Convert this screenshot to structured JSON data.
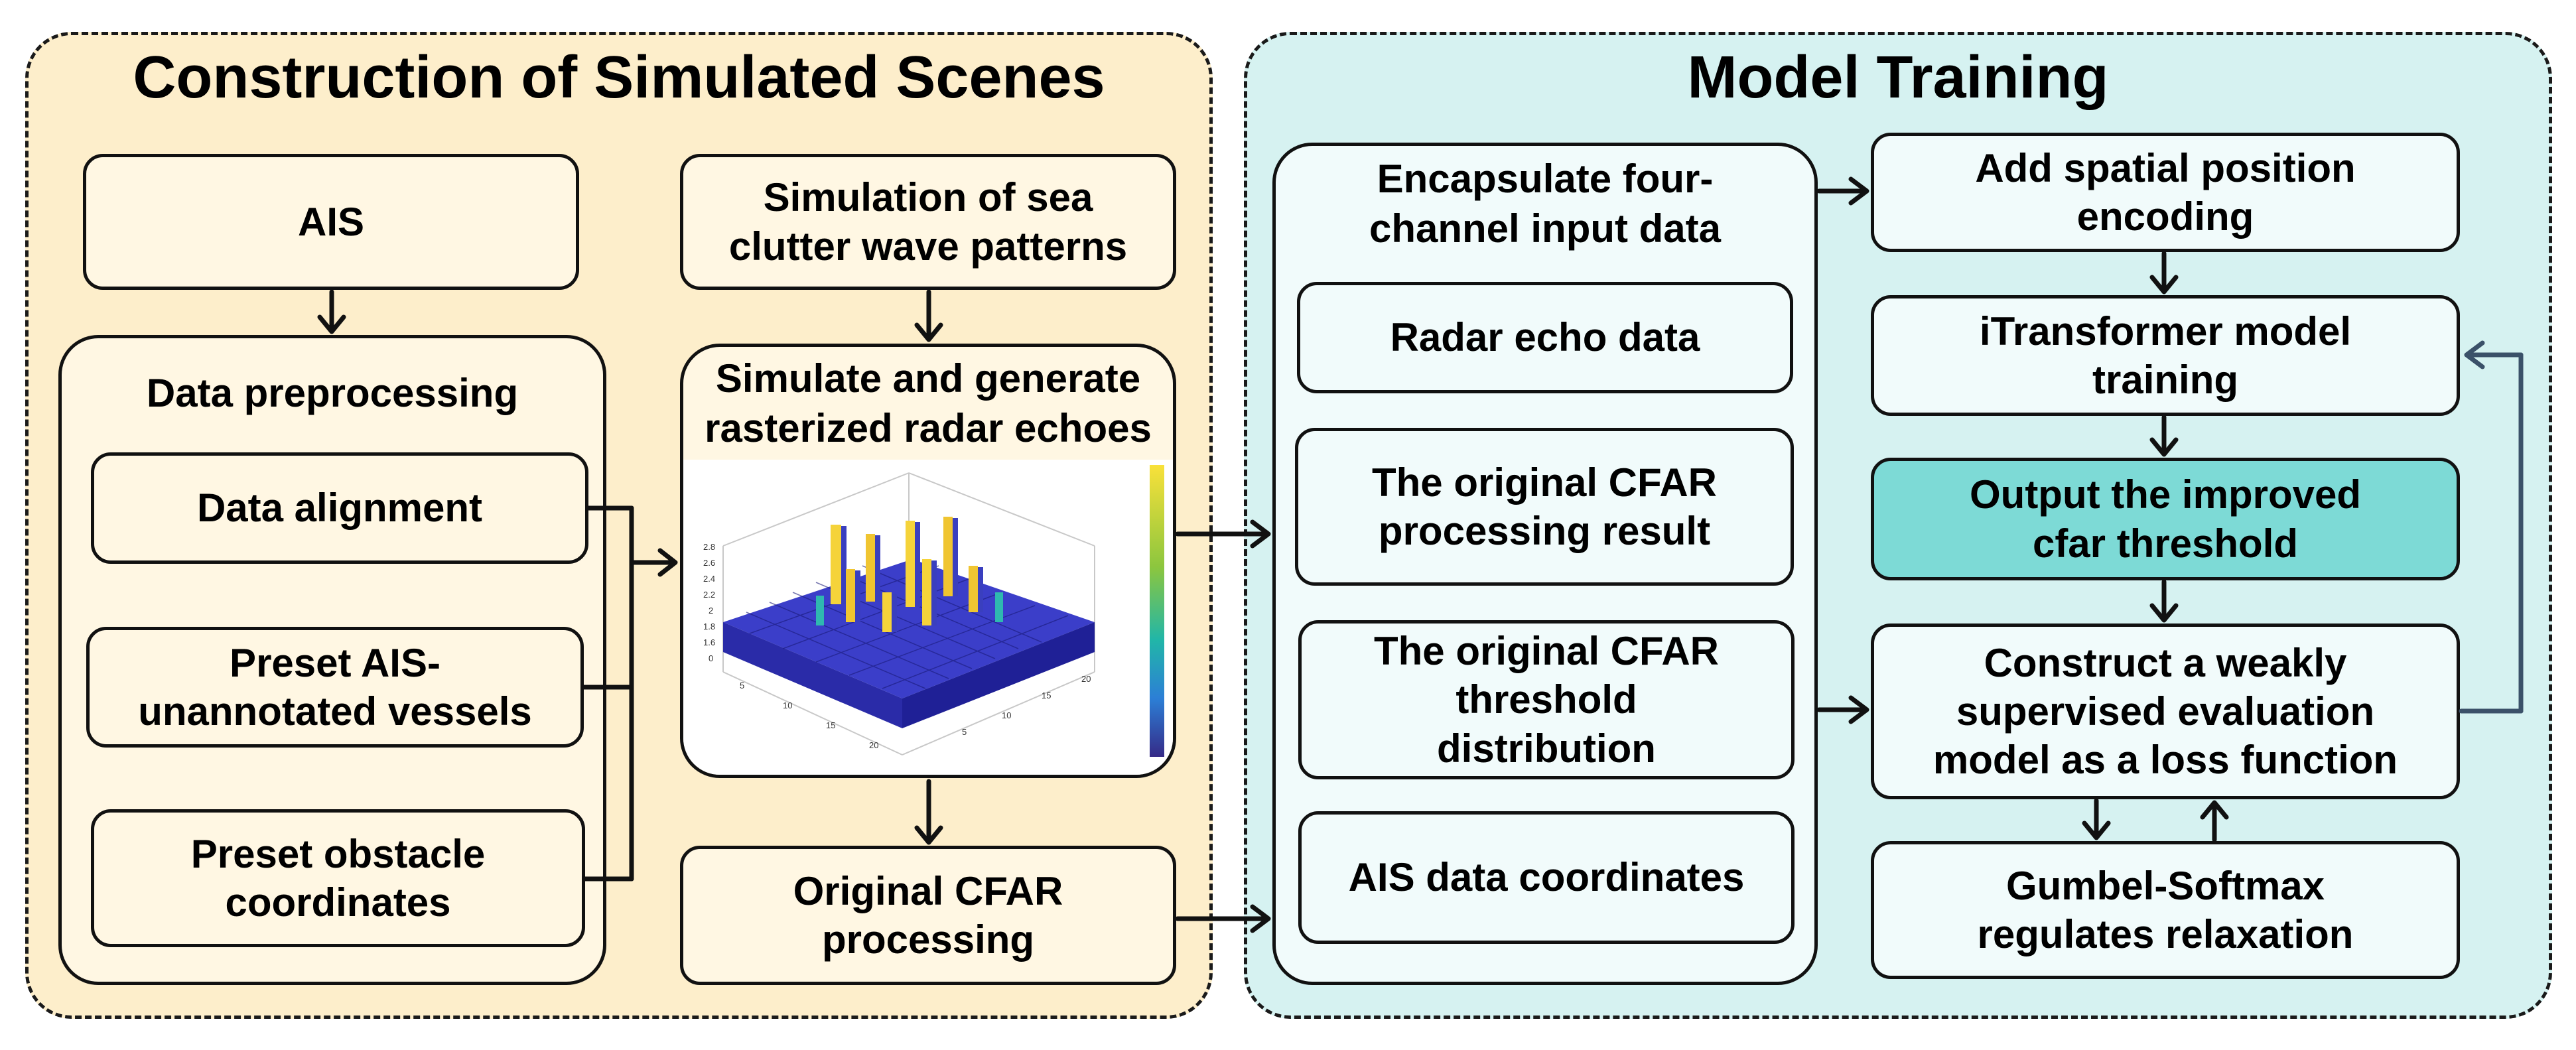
{
  "left_panel": {
    "title": "Construction of Simulated Scenes",
    "ais": "AIS",
    "preprocessing": {
      "title": "Data preprocessing",
      "alignment": "Data alignment",
      "unannotated": "Preset AIS-\nunannotated vessels",
      "obstacle": "Preset obstacle\ncoordinates"
    },
    "sea_clutter": "Simulation of sea\nclutter wave patterns",
    "simulate": {
      "title": "Simulate and generate\nrasterized radar echoes",
      "z_ticks": [
        "2.8",
        "2.6",
        "2.4",
        "2.2",
        "2",
        "1.8",
        "1.6",
        "0"
      ],
      "x_ticks": [
        "5",
        "10",
        "15",
        "20"
      ],
      "y_ticks": [
        "5",
        "10",
        "15",
        "20"
      ],
      "thumbnail_icon": "3d-bar-chart-icon"
    },
    "cfar_processing": "Original CFAR\nprocessing"
  },
  "right_panel": {
    "title": "Model Training",
    "encapsulate": {
      "title": "Encapsulate four-\nchannel input data",
      "radar_echo": "Radar echo data",
      "cfar_result": "The original CFAR\nprocessing result",
      "cfar_threshold": "The original CFAR\nthreshold\ndistribution",
      "ais_coords": "AIS data coordinates"
    },
    "position_encoding": "Add spatial position\nencoding",
    "itransformer": "iTransformer model\ntraining",
    "output": "Output the improved\ncfar threshold",
    "construct": "Construct a weakly\nsupervised evaluation\nmodel as a loss function",
    "gumbel": "Gumbel-Softmax\nregulates relaxation"
  },
  "colors": {
    "left_panel_bg": "#fdeecb",
    "right_panel_bg": "#d6f2f1",
    "left_box_bg": "#fff7e3",
    "right_box_bg": "#f1fbfb",
    "highlight_bg": "#7ddad6",
    "arrow": "#111111",
    "feedback_arrow": "#3b5169"
  }
}
